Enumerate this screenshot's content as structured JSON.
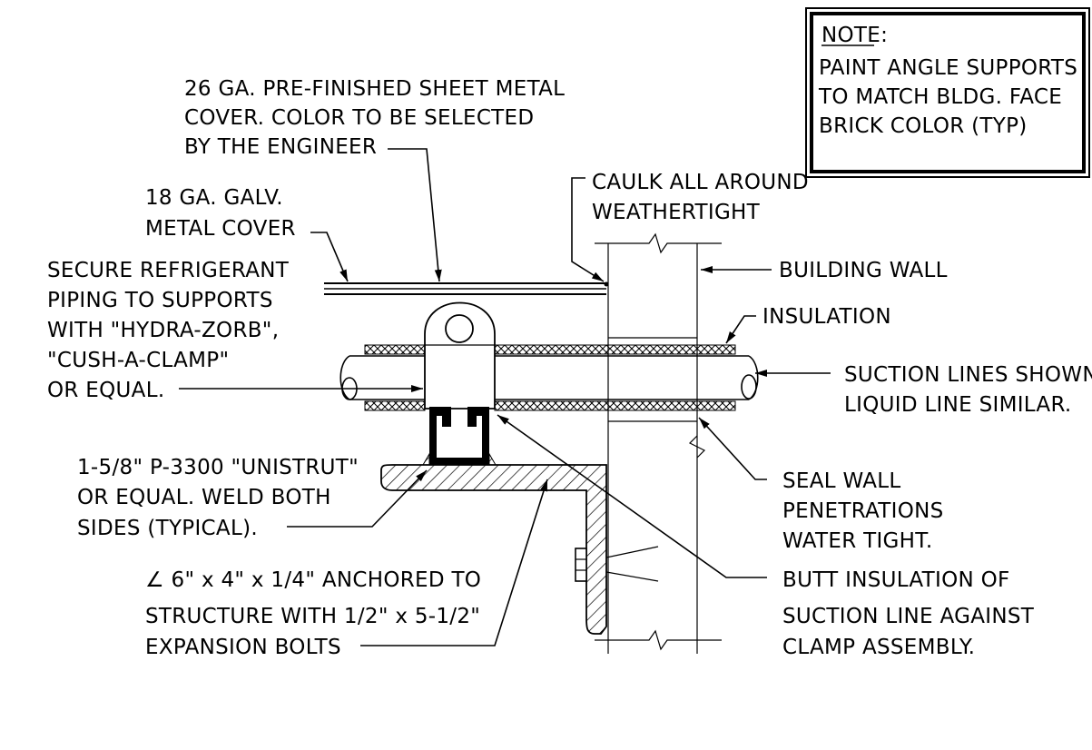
{
  "note": {
    "heading": "NOTE:",
    "lines": [
      "PAINT ANGLE SUPPORTS",
      "TO MATCH BLDG. FACE",
      "BRICK COLOR (TYP)"
    ]
  },
  "labels": {
    "sheet_metal_cover": [
      "26 GA. PRE-FINISHED SHEET METAL",
      "COVER.  COLOR TO BE SELECTED",
      "BY THE ENGINEER"
    ],
    "galv_cover": [
      "18 GA. GALV.",
      "METAL COVER"
    ],
    "caulk": [
      "CAULK ALL AROUND",
      "WEATHERTIGHT"
    ],
    "building_wall": [
      "BUILDING WALL"
    ],
    "insulation": [
      "INSULATION"
    ],
    "secure_piping": [
      "SECURE REFRIGERANT",
      "PIPING TO SUPPORTS",
      "WITH \"HYDRA-ZORB\",",
      "\"CUSH-A-CLAMP\"",
      "OR EQUAL."
    ],
    "suction_lines": [
      "SUCTION LINES SHOWN.",
      "LIQUID LINE SIMILAR."
    ],
    "unistrut": [
      "1-5/8\" P-3300 \"UNISTRUT\"",
      "OR EQUAL. WELD BOTH",
      "SIDES (TYPICAL)."
    ],
    "seal_wall": [
      "SEAL WALL",
      "PENETRATIONS",
      "WATER TIGHT."
    ],
    "angle": [
      "∠ 6\" x 4\" x 1/4\" ANCHORED TO",
      "STRUCTURE WITH 1/2\" x 5-1/2\"",
      "EXPANSION BOLTS"
    ],
    "butt_insulation": [
      "BUTT INSULATION OF",
      "SUCTION LINE AGAINST",
      "CLAMP ASSEMBLY."
    ]
  }
}
